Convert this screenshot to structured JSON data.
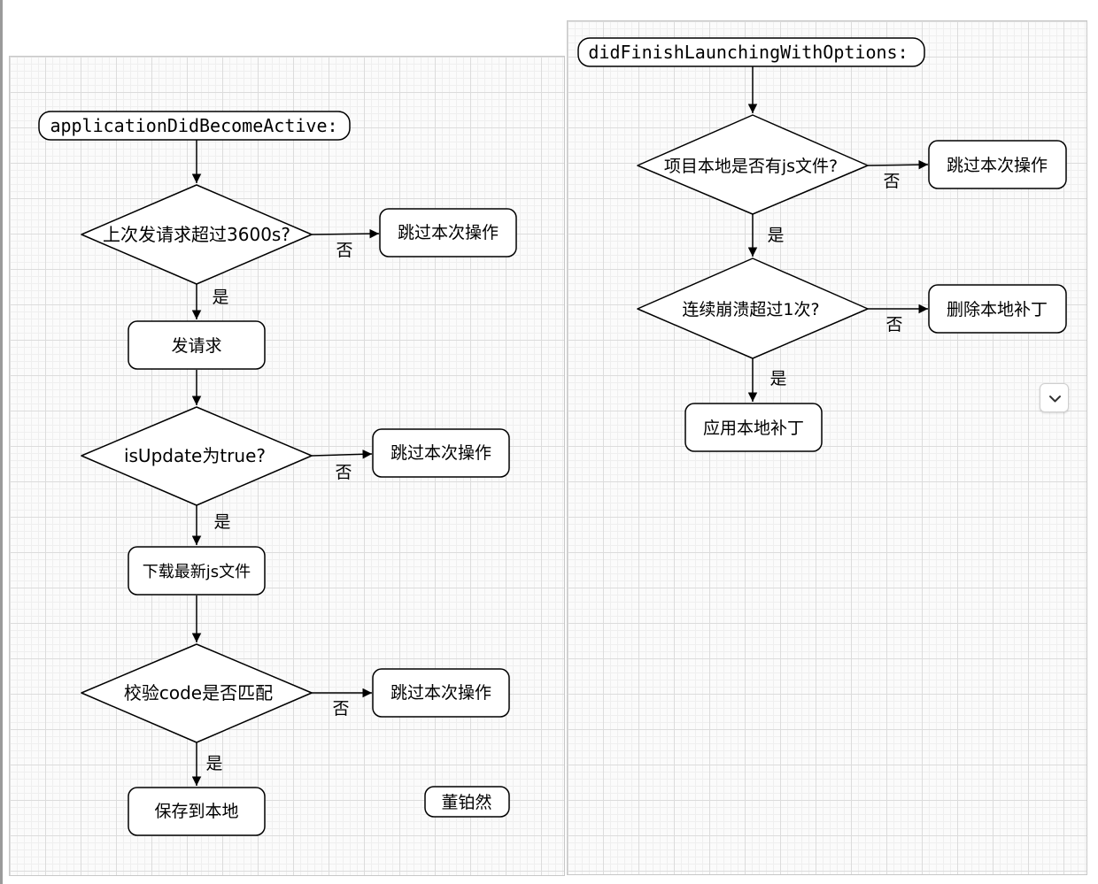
{
  "left_flow": {
    "start": "applicationDidBecomeActive:",
    "decision1": "上次发请求超过3600s?",
    "skip1": "跳过本次操作",
    "no1": "否",
    "yes1": "是",
    "request": "发请求",
    "decision2": "isUpdate为true?",
    "skip2": "跳过本次操作",
    "no2": "否",
    "yes2": "是",
    "download": "下载最新js文件",
    "decision3": "校验code是否匹配",
    "skip3": "跳过本次操作",
    "no3": "否",
    "yes3": "是",
    "save": "保存到本地",
    "author": "董铂然"
  },
  "right_flow": {
    "start": "didFinishLaunchingWithOptions:",
    "decision1": "项目本地是否有js文件?",
    "skip1": "跳过本次操作",
    "no1": "否",
    "yes1": "是",
    "decision2": "连续崩溃超过1次?",
    "delete": "删除本地补丁",
    "no2": "否",
    "yes2": "是",
    "apply": "应用本地补丁"
  },
  "toolbar": {
    "scroll_icon": "chevron-down-icon"
  }
}
